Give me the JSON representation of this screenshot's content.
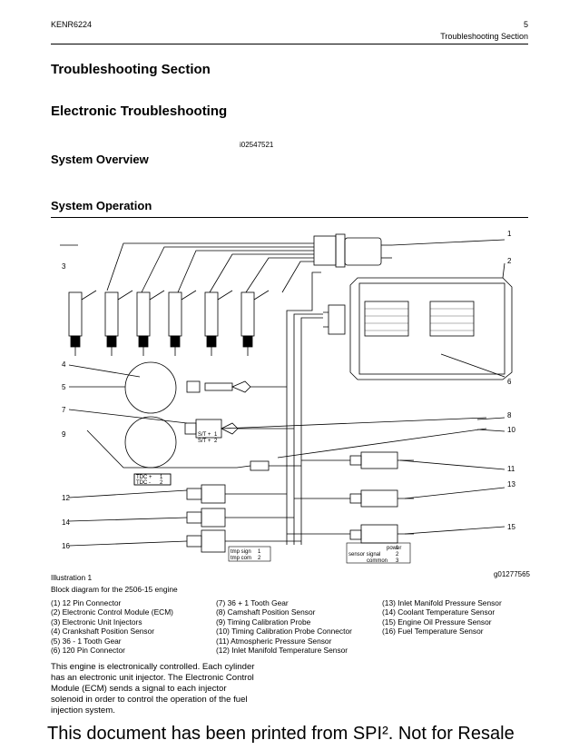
{
  "header": {
    "doc_id": "KENR6224",
    "page_number": "5",
    "section": "Troubleshooting Section"
  },
  "headings": {
    "h1": "Troubleshooting Section",
    "h2": "Electronic Troubleshooting",
    "ref_code": "i02547521",
    "h3": "System Overview",
    "h4": "System Operation"
  },
  "diagram": {
    "callouts": [
      "1",
      "2",
      "3",
      "4",
      "5",
      "6",
      "7",
      "8",
      "9",
      "10",
      "11",
      "12",
      "13",
      "14",
      "15",
      "16"
    ],
    "tdc_box": [
      "TDC +",
      "1",
      "TDC -",
      "2"
    ],
    "st_box": [
      "S/T +",
      "1",
      "S/T +",
      "2"
    ],
    "tmp_box": [
      "tmp sign",
      "1",
      "tmp com",
      "2"
    ],
    "sensor_box": [
      "power",
      "1",
      "sensor signal",
      "2",
      "common",
      "3"
    ],
    "illustration_ref": "g01277565"
  },
  "caption": {
    "title": "Illustration 1",
    "description": "Block diagram for the 2506-15 engine"
  },
  "legend": {
    "col1": [
      "(1) 12 Pin Connector",
      "(2) Electronic Control Module (ECM)",
      "(3) Electronic Unit Injectors",
      "(4) Crankshaft Position Sensor",
      "(5) 36 - 1 Tooth Gear",
      "(6) 120 Pin Connector"
    ],
    "col2": [
      "(7) 36 + 1 Tooth Gear",
      "(8) Camshaft Position Sensor",
      "(9) Timing Calibration Probe",
      "(10) Timing Calibration Probe Connector",
      "(11) Atmospheric Pressure Sensor",
      "(12) Inlet Manifold Temperature Sensor"
    ],
    "col3": [
      "(13) Inlet Manifold Pressure Sensor",
      "(14) Coolant Temperature Sensor",
      "(15) Engine Oil Pressure Sensor",
      "(16) Fuel Temperature Sensor"
    ]
  },
  "body": {
    "lines": [
      "This engine is electronically controlled. Each cylinder",
      "has an electronic unit injector. The Electronic Control",
      "Module (ECM) sends a signal to each injector",
      "solenoid in order to control the operation of the fuel",
      "injection system."
    ]
  },
  "footer": {
    "text": "This document has been printed from SPI². Not for Resale"
  }
}
